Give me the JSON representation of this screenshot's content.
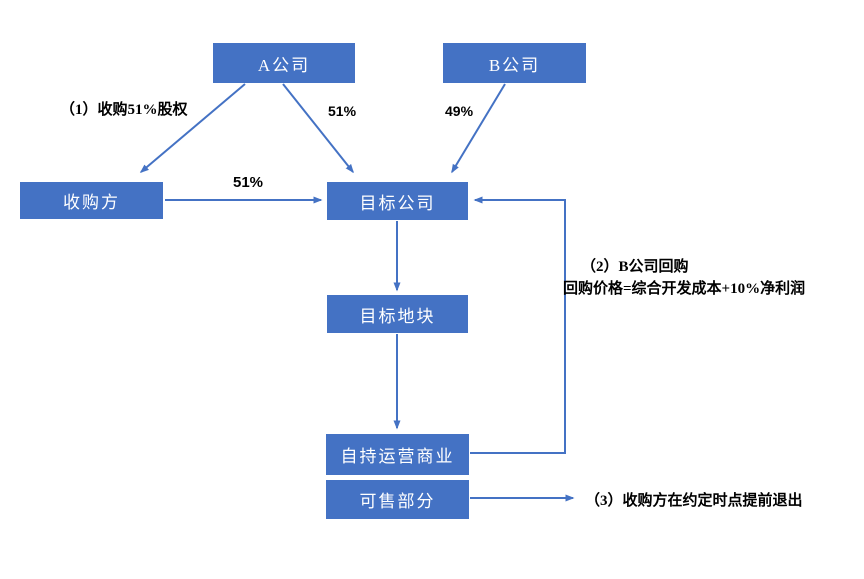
{
  "diagram": {
    "title": "acquisition-structure-flowchart",
    "colors": {
      "node_fill": "#4472C4",
      "node_text": "#ffffff",
      "arrow": "#4472C4",
      "label_text": "#000000",
      "background": "#ffffff"
    },
    "nodes": [
      {
        "id": "company-a",
        "label": "A公司"
      },
      {
        "id": "company-b",
        "label": "B公司"
      },
      {
        "id": "acquirer",
        "label": "收购方"
      },
      {
        "id": "target-company",
        "label": "目标公司"
      },
      {
        "id": "target-land",
        "label": "目标地块"
      },
      {
        "id": "self-held-business",
        "label": "自持运营商业"
      },
      {
        "id": "sellable-portion",
        "label": "可售部分"
      }
    ],
    "labels": {
      "step1": "（1）收购51%股权",
      "pct_51_from_a": "51%",
      "pct_49_from_b": "49%",
      "pct_51_acquirer": "51%",
      "step2_line1": "（2）B公司回购",
      "step2_line2": "回购价格=综合开发成本+10%净利润",
      "step3": "（3）收购方在约定时点提前退出"
    },
    "edges": [
      {
        "from": "company-a",
        "to": "acquirer",
        "label": "（1）收购51%股权"
      },
      {
        "from": "company-a",
        "to": "target-company",
        "label": "51%"
      },
      {
        "from": "company-b",
        "to": "target-company",
        "label": "49%"
      },
      {
        "from": "acquirer",
        "to": "target-company",
        "label": "51%"
      },
      {
        "from": "target-company",
        "to": "target-land",
        "label": ""
      },
      {
        "from": "target-land",
        "to": "self-held-business",
        "label": ""
      },
      {
        "from": "self-held-business",
        "to": "target-company",
        "label": "（2）B公司回购 回购价格=综合开发成本+10%净利润"
      },
      {
        "from": "sellable-portion",
        "to": "exit",
        "label": "（3）收购方在约定时点提前退出"
      }
    ]
  }
}
